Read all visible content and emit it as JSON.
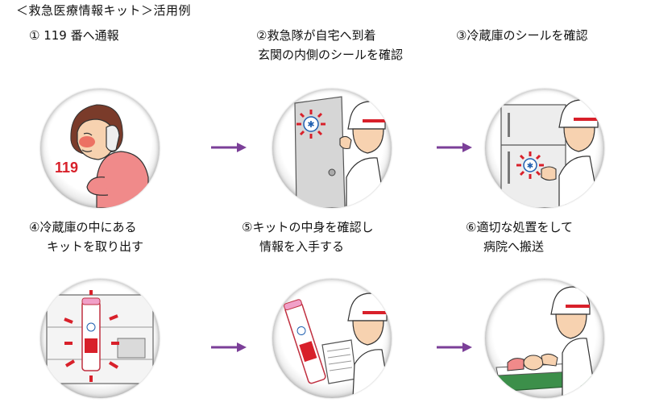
{
  "title": "＜救急医療情報キット＞活用例",
  "steps": [
    {
      "id": "step1",
      "lines": [
        "① 119 番へ通報"
      ],
      "badge": "119"
    },
    {
      "id": "step2",
      "lines": [
        "②救急隊が自宅へ到着",
        "玄関の内側のシールを確認"
      ]
    },
    {
      "id": "step3",
      "lines": [
        "③冷蔵庫のシールを確認"
      ]
    },
    {
      "id": "step4",
      "lines": [
        "④冷蔵庫の中にある",
        "キットを取り出す"
      ]
    },
    {
      "id": "step5",
      "lines": [
        "⑤キットの中身を確認し",
        "情報を入手する"
      ]
    },
    {
      "id": "step6",
      "lines": [
        "⑥適切な処置をして",
        "病院へ搬送"
      ]
    }
  ],
  "colors": {
    "arrow": "#7b3f98",
    "seal_red": "#d8202a",
    "seal_blue": "#1f5fb0",
    "skin": "#f7d2b0",
    "patient_shirt": "#f08a8a",
    "stretcher_green": "#3c8f4a"
  }
}
